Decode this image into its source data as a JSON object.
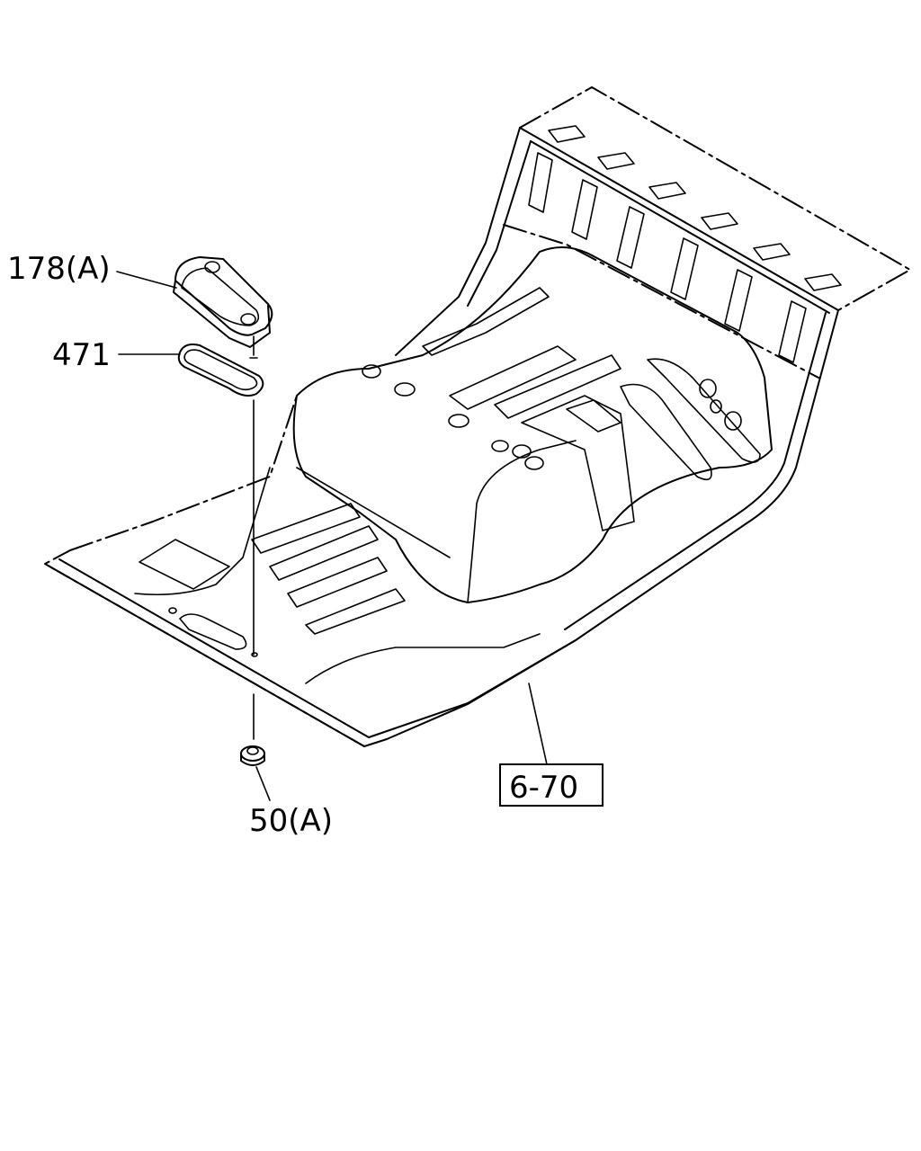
{
  "callouts": {
    "cover": "178(A)",
    "gasket": "471",
    "nut": "50(A)",
    "floor_ref": "6-70"
  }
}
